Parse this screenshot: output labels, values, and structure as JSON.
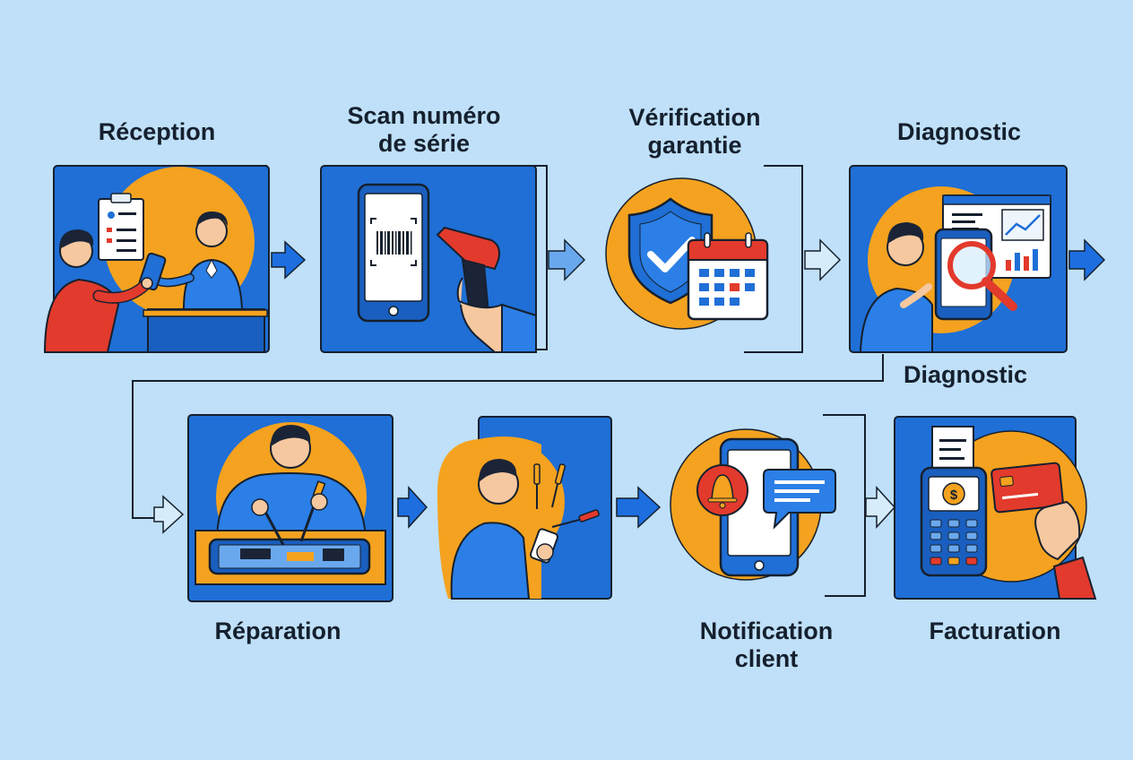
{
  "steps": {
    "reception": {
      "title": "Réception"
    },
    "scan": {
      "line1": "Scan numéro",
      "line2": "de série"
    },
    "warranty": {
      "line1": "Vérification",
      "line2": "garantie"
    },
    "diagnostic": {
      "title": "Diagnostic"
    },
    "diagnostic_second": {
      "title": "Diagnostic"
    },
    "repair": {
      "title": "Réparation"
    },
    "notification": {
      "line1": "Notification",
      "line2": "client"
    },
    "billing": {
      "title": "Facturation"
    }
  },
  "colors": {
    "background": "#bfe0f8",
    "panel_blue": "#1f6fd6",
    "accent_orange": "#f4a21f",
    "outline": "#16202e",
    "arrow_blue": "#1d6fe0",
    "alert_red": "#e23a2c"
  },
  "icons": [
    "clipboard-icon",
    "smartphone-icon",
    "barcode-icon",
    "barcode-scanner-icon",
    "shield-check-icon",
    "calendar-icon",
    "magnifier-icon",
    "chart-icon",
    "screwdriver-icon",
    "bell-icon",
    "chat-bubble-icon",
    "payment-terminal-icon",
    "receipt-icon",
    "credit-card-icon"
  ]
}
